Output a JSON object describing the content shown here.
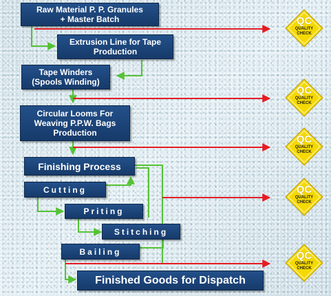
{
  "steps": {
    "raw_material": "Raw Material P. P. Granules\n+ Master Batch",
    "extrusion": "Extrusion Line for Tape\nProduction",
    "tape_winders": "Tape Winders\n(Spools Winding)",
    "circular_looms": "Circular Looms For\nWeaving P.P.W. Bags\nProduction",
    "finishing": "Finishing Process",
    "cutting": "Cutting",
    "printing": "Priting",
    "stitching": "Stitching",
    "bailing": "Bailing",
    "finished_goods": "Finished Goods for Dispatch"
  },
  "qc_badge": {
    "title": "QC",
    "subtitle": "QUALITY\nCHECK"
  },
  "colors": {
    "box": "#1c4679",
    "flow_arrow": "#55c236",
    "qc_arrow": "#e51c23",
    "badge": "#f5d900"
  }
}
